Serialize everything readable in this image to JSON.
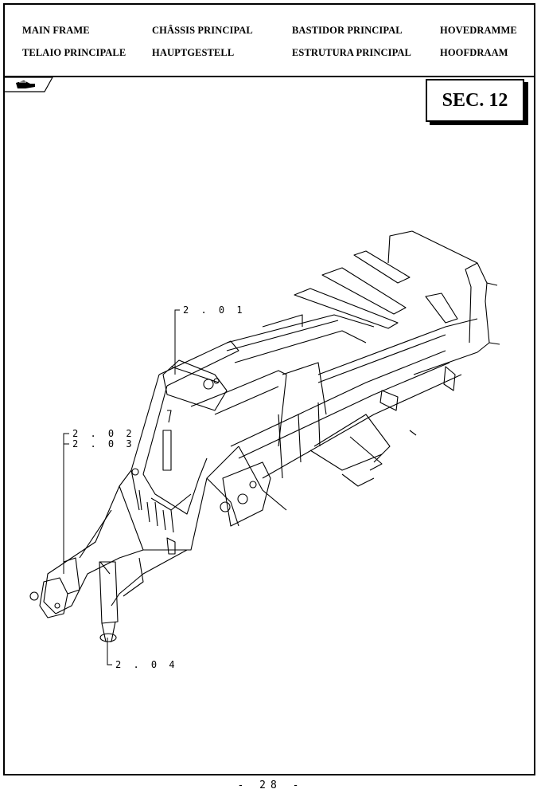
{
  "header": {
    "row1": [
      "MAIN FRAME",
      "CHÂSSIS PRINCIPAL",
      "BASTIDOR PRINCIPAL",
      "HOVEDRAMME"
    ],
    "row2": [
      "TELAIO PRINCIPALE",
      "HAUPTGESTELL",
      "ESTRUTURA PRINCIPAL",
      "HOOFDRAAM"
    ]
  },
  "section": "SEC. 12",
  "nav_icon": "hand-pointer-icon",
  "callouts": [
    "2 . 0 1",
    "2 . 0 2",
    "2 . 0 3",
    "2 . 0 4"
  ],
  "page_number": "- 28 -"
}
